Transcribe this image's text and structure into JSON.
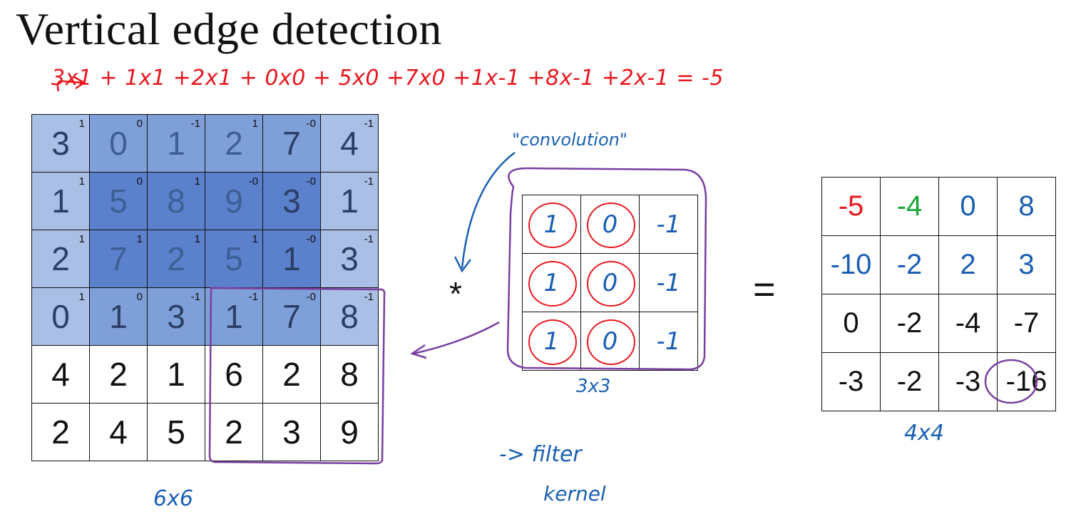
{
  "title": "Vertical edge detection",
  "equation": "3x1  + 1x1  +2x1  + 0x0  + 5x0  +7x0 +1x-1  +8x-1 +2x-1 = -5",
  "input_matrix": {
    "label": "6x6",
    "rows": [
      [
        "3",
        "0",
        "1",
        "2",
        "7",
        "4"
      ],
      [
        "1",
        "5",
        "8",
        "9",
        "3",
        "1"
      ],
      [
        "2",
        "7",
        "2",
        "5",
        "1",
        "3"
      ],
      [
        "0",
        "1",
        "3",
        "1",
        "7",
        "8"
      ],
      [
        "4",
        "2",
        "1",
        "6",
        "2",
        "8"
      ],
      [
        "2",
        "4",
        "5",
        "2",
        "3",
        "9"
      ]
    ],
    "overlay_weights": [
      [
        "1",
        "0",
        "-1",
        "1",
        "-0",
        "-1"
      ],
      [
        "1",
        "0",
        "1",
        "-0",
        "-0",
        "-1"
      ],
      [
        "1",
        "1",
        "1",
        "1",
        "-0",
        "-1"
      ],
      [
        "1",
        "0",
        "-1",
        "-1",
        "-0",
        "-1"
      ]
    ]
  },
  "operator_conv": "*",
  "operator_eq": "=",
  "convolution_label": "\"convolution\"",
  "filter": {
    "label": "3x3",
    "rows": [
      [
        "1",
        "0",
        "-1"
      ],
      [
        "1",
        "0",
        "-1"
      ],
      [
        "1",
        "0",
        "-1"
      ]
    ]
  },
  "filter_note_1": "-> filter",
  "filter_note_2": "kernel",
  "output_matrix": {
    "label": "4x4",
    "rows": [
      [
        "-5",
        "-4",
        "0",
        "8"
      ],
      [
        "-10",
        "-2",
        "2",
        "3"
      ],
      [
        "0",
        "-2",
        "-4",
        "-7"
      ],
      [
        "-3",
        "-2",
        "-3",
        "-16"
      ]
    ]
  },
  "colors": {
    "red": "#e8181e",
    "green": "#18a838",
    "blue": "#1a5fb4",
    "purple": "#7a3ea0",
    "shade_light": "#a9bfe6",
    "shade_mid": "#7f9fd8",
    "shade_dark": "#5b80cc"
  }
}
